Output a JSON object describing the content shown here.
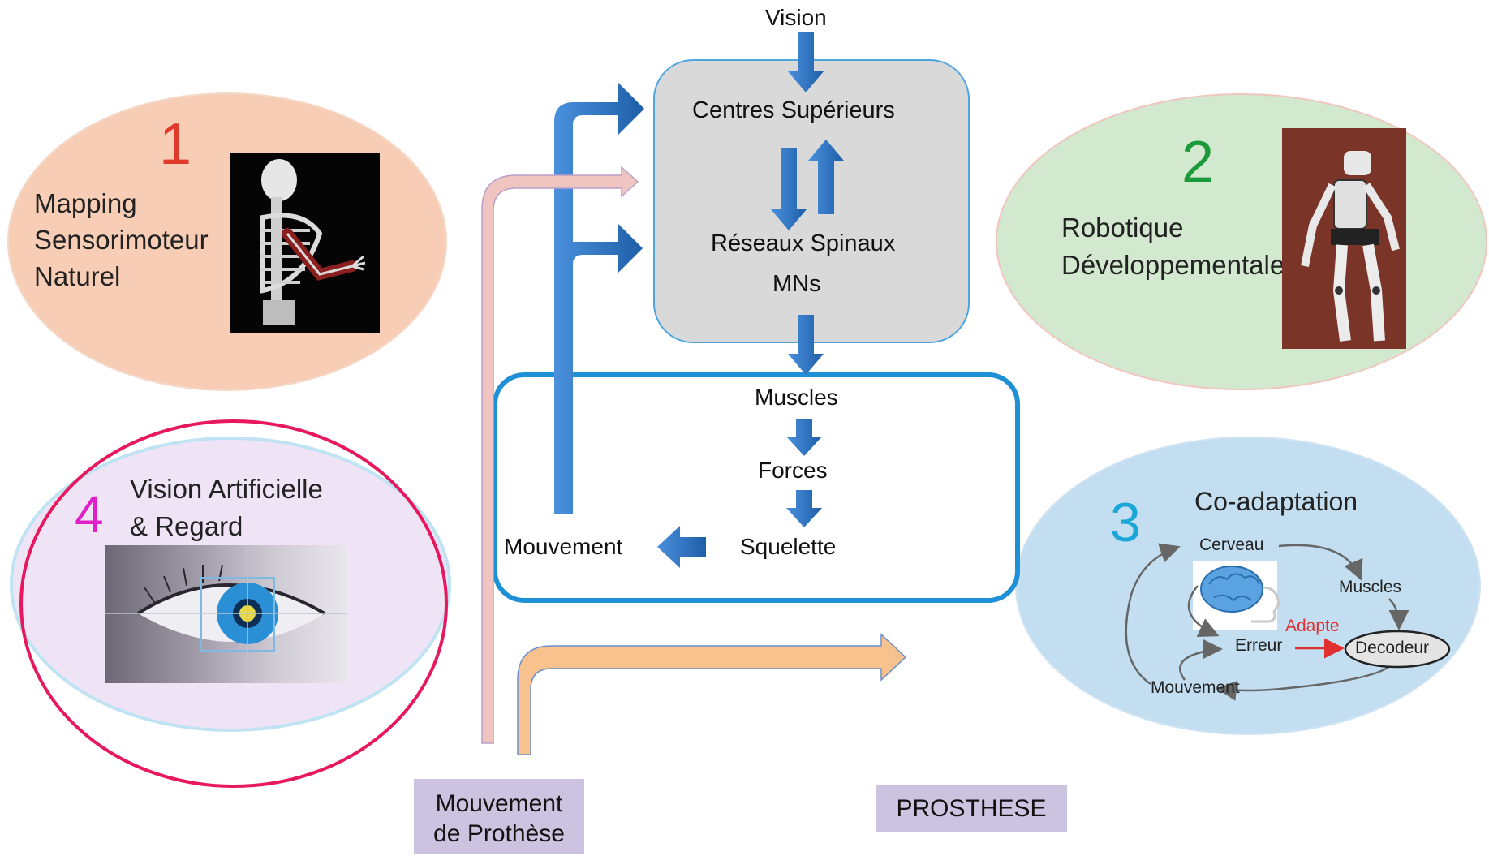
{
  "flow": {
    "vision": "Vision",
    "centres": "Centres Supérieurs",
    "reseaux": "Réseaux Spinaux",
    "mns": "MNs",
    "muscles": "Muscles",
    "forces": "Forces",
    "squelette": "Squelette",
    "mouvement": "Mouvement"
  },
  "bottom": {
    "mouvement_prothese_line1": "Mouvement",
    "mouvement_prothese_line2": "de Prothèse",
    "prosthese": "PROSTHESE"
  },
  "ellipse1": {
    "number": "1",
    "number_color": "#e03a2a",
    "line1": "Mapping",
    "line2": "Sensorimoteur",
    "line3": "Naturel"
  },
  "ellipse2": {
    "number": "2",
    "number_color": "#1a9a3a",
    "line1": "Robotique",
    "line2": "Développementale"
  },
  "ellipse3": {
    "number": "3",
    "number_color": "#1aa6d6",
    "title": "Co-adaptation",
    "cerveau": "Cerveau",
    "muscles": "Muscles",
    "adapte": "Adapte",
    "erreur": "Erreur",
    "decodeur": "Decodeur",
    "mouvement": "Mouvement"
  },
  "ellipse4": {
    "number": "4",
    "number_color": "#e01fc8",
    "line1": "Vision Artificielle",
    "line2": "& Regard"
  },
  "colors": {
    "blue_arrow": "#2f6fc0",
    "pink_arrow": "#f0c4c0",
    "orange_arrow": "#f7c28e",
    "panel_border": "#1e90d6",
    "gray_box": "#d9d9d9"
  }
}
